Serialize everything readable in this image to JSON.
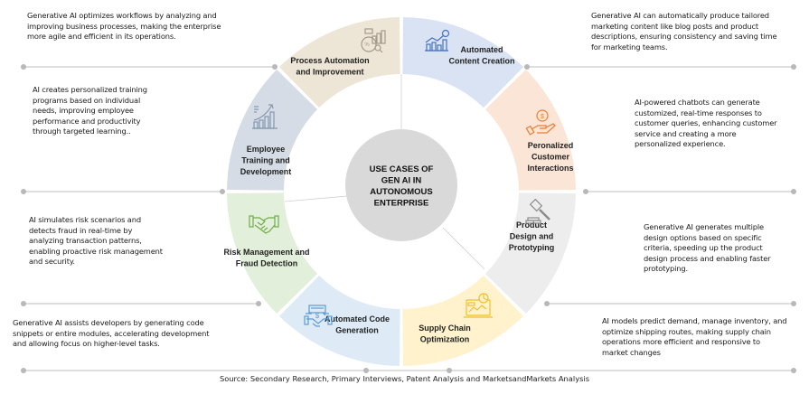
{
  "center_title": [
    "USE CASES OF",
    "GEN AI IN",
    "AUTONOMOUS",
    "ENTERPRISE"
  ],
  "segments": [
    {
      "id": "automated-content-creation",
      "label": [
        "Automated",
        "Content Creation"
      ],
      "color": "#dae3f3",
      "icon_color": "#4472c4",
      "icon": "growth-chart-dollar-icon",
      "description": "Generative AI can automatically produce tailored marketing content like blog posts and product descriptions, ensuring consistency and saving time for marketing teams."
    },
    {
      "id": "personalized-customer-interactions",
      "label": [
        "Peronalized",
        "Customer",
        "Interactions"
      ],
      "color": "#fbe5d6",
      "icon_color": "#ed7d31",
      "icon": "hand-coin-icon",
      "description": "AI-powered chatbots can generate customized, real-time responses to customer queries, enhancing customer service and creating a more personalized experience."
    },
    {
      "id": "product-design-prototyping",
      "label": [
        "Product",
        "Design and",
        "Prototyping"
      ],
      "color": "#ededed",
      "icon_color": "#8c8c8c",
      "icon": "gavel-icon",
      "description": "Generative AI generates multiple design options based on specific criteria, speeding up the product design process and enabling faster prototyping."
    },
    {
      "id": "supply-chain-optimization",
      "label": [
        "Supply Chain",
        "Optimization"
      ],
      "color": "#fff2cc",
      "icon_color": "#f2c029",
      "icon": "laptop-analytics-icon",
      "description": "AI models predict demand, manage inventory, and optimize shipping routes, making supply chain operations more efficient and responsive to market changes"
    },
    {
      "id": "automated-code-generation",
      "label": [
        "Automated Code",
        "Generation"
      ],
      "color": "#deebf7",
      "icon_color": "#5b9bd5",
      "icon": "code-handshake-icon",
      "description": "Generative AI assists developers by generating code snippets or entire modules, accelerating development and allowing focus on higher-level tasks."
    },
    {
      "id": "risk-management-fraud-detection",
      "label": [
        "Risk Management and",
        "Fraud Detection"
      ],
      "color": "#e2efda",
      "icon_color": "#70ad47",
      "icon": "handshake-icon",
      "description": "AI simulates risk scenarios and detects fraud in real-time by analyzing transaction patterns, enabling proactive risk management and security."
    },
    {
      "id": "employee-training-development",
      "label": [
        "Employee",
        "Training and",
        "Development"
      ],
      "color": "#d6dce5",
      "icon_color": "#8497b0",
      "icon": "growth-bar-chart-icon",
      "description": "AI creates personalized training programs based on individual needs, improving employee performance and productivity through targeted learning.."
    },
    {
      "id": "process-automation-improvement",
      "label": [
        "Process Automation",
        "and Improvement"
      ],
      "color": "#ede6d6",
      "icon_color": "#a6998a",
      "icon": "analytics-magnifier-icon",
      "description": "Generative AI optimizes workflows by analyzing and improving business processes, making the enterprise more agile and efficient in its operations."
    }
  ],
  "source": "Source: Secondary Research, Primary Interviews, Patent Analysis and MarketsandMarkets Analysis"
}
